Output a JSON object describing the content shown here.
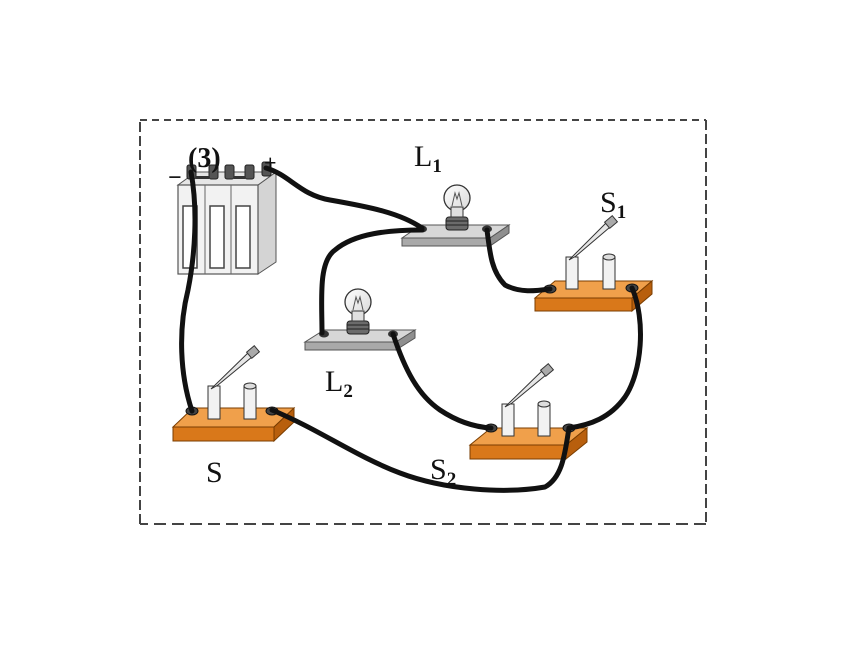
{
  "figure_number": "(3)",
  "battery": {
    "minus": "−",
    "plus": "+"
  },
  "labels": {
    "L1": {
      "letter": "L",
      "sub": "1"
    },
    "L2": {
      "letter": "L",
      "sub": "2"
    },
    "S": {
      "letter": "S"
    },
    "S1": {
      "letter": "S",
      "sub": "1"
    },
    "S2": {
      "letter": "S",
      "sub": "2"
    }
  },
  "colors": {
    "wire": "#111111",
    "switch_base": "#E8892A",
    "lamp_base": "#BDBDBD",
    "battery_body": "#F2F2F2",
    "frame": "#444444"
  }
}
